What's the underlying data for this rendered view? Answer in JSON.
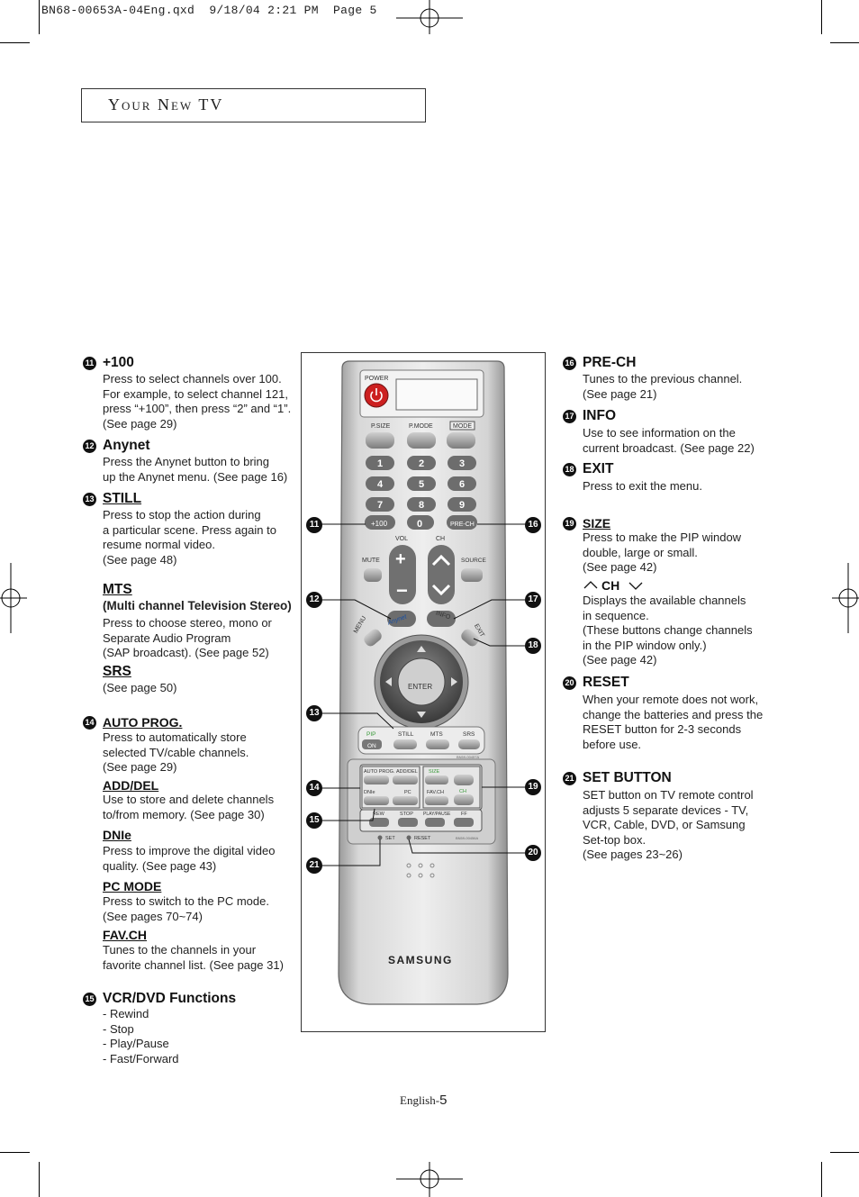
{
  "slug": "BN68-00653A-04Eng.qxd  9/18/04 2:21 PM  Page 5",
  "page_title": "Your New TV",
  "left": {
    "s11": {
      "num": "11",
      "title": "+100",
      "lines": [
        "Press to select channels over 100.",
        "For example, to select channel 121,",
        "press “+100”, then press “2” and “1”.",
        "(See page 29)"
      ]
    },
    "s12": {
      "num": "12",
      "title": "Anynet",
      "lines": [
        "Press the Anynet button to bring",
        "up the Anynet menu. (See page 16)"
      ]
    },
    "s13": {
      "num": "13",
      "title": "STILL",
      "lines": [
        "Press to stop the action during",
        "a particular scene. Press again to",
        "resume normal video.",
        "(See page 48)"
      ]
    },
    "mts": {
      "title": "MTS",
      "subtitle": "(Multi channel Television Stereo)",
      "lines": [
        "Press to choose stereo, mono or",
        "Separate Audio Program",
        "(SAP broadcast). (See page 52)"
      ]
    },
    "srs": {
      "title": "SRS",
      "lines": [
        "(See page 50)"
      ]
    },
    "s14": {
      "num": "14",
      "title": "AUTO PROG.",
      "lines": [
        "Press to automatically store",
        "selected TV/cable channels.",
        "(See page 29)"
      ]
    },
    "adddel": {
      "title": "ADD/DEL",
      "lines": [
        "Use to store and delete channels",
        "to/from memory. (See page 30)"
      ]
    },
    "dnie": {
      "title": "DNIe",
      "lines": [
        "Press to improve the digital video",
        "quality. (See page 43)"
      ]
    },
    "pcmode": {
      "title": "PC MODE",
      "lines": [
        "Press to switch to the PC mode.",
        "(See pages 70~74)"
      ]
    },
    "favch": {
      "title": "FAV.CH",
      "lines": [
        "Tunes to the channels in your",
        "favorite channel list. (See page 31)"
      ]
    },
    "s15": {
      "num": "15",
      "title": "VCR/DVD Functions",
      "lines": [
        "- Rewind",
        "- Stop",
        "- Play/Pause",
        "- Fast/Forward"
      ]
    }
  },
  "right": {
    "s16": {
      "num": "16",
      "title": "PRE-CH",
      "lines": [
        "Tunes to the previous channel.",
        "(See page 21)"
      ]
    },
    "s17": {
      "num": "17",
      "title": "INFO",
      "lines": [
        "Use to see information on the",
        "current broadcast. (See page 22)"
      ]
    },
    "s18": {
      "num": "18",
      "title": "EXIT",
      "lines": [
        "Press to exit the menu."
      ]
    },
    "s19": {
      "num": "19",
      "title": "SIZE",
      "lines": [
        "Press to make the PIP window",
        "double, large or small.",
        "(See page 42)"
      ]
    },
    "ch": {
      "title": "CH",
      "lines": [
        "Displays the available channels",
        "in sequence.",
        "(These buttons change channels",
        "in the PIP window only.)",
        "(See page 42)"
      ]
    },
    "s20": {
      "num": "20",
      "title": "RESET",
      "lines": [
        "When your remote does not work,",
        "change the batteries and press the",
        "RESET button for 2-3 seconds",
        "before use."
      ]
    },
    "s21": {
      "num": "21",
      "title": "SET BUTTON",
      "lines": [
        "SET button on TV remote control",
        "adjusts 5 separate devices - TV,",
        "VCR, Cable, DVD, or Samsung",
        "Set-top box.",
        "(See pages 23~26)"
      ]
    }
  },
  "remote": {
    "power": "POWER",
    "psize": "P.SIZE",
    "pmode": "P.MODE",
    "mode": "MODE",
    "digits": [
      "1",
      "2",
      "3",
      "4",
      "5",
      "6",
      "7",
      "8",
      "9"
    ],
    "plus100": "+100",
    "zero": "0",
    "prech": "PRE-CH",
    "vol": "VOL",
    "ch": "CH",
    "mute": "MUTE",
    "source": "SOURCE",
    "menu": "MENU",
    "anynet": "Anynet",
    "info": "INFO",
    "exit": "EXIT",
    "enter": "ENTER",
    "pip": "PIP",
    "on": "ON",
    "still": "STILL",
    "mts": "MTS",
    "srs": "SRS",
    "autoprog": "AUTO PROG.",
    "adddel": "ADD/DEL",
    "size": "SIZE",
    "chlbl": "CH",
    "dnie": "DNIe",
    "pc": "PC",
    "favch": "FAV.CH",
    "rew": "REW",
    "stop": "STOP",
    "playpause": "PLAY/PAUSE",
    "ff": "FF",
    "set": "SET",
    "reset": "RESET",
    "brand": "SAMSUNG",
    "model1": "BN59-00457A",
    "model2": "BN59-00456A"
  },
  "callouts": [
    "11",
    "12",
    "13",
    "14",
    "15",
    "21",
    "16",
    "17",
    "18",
    "19",
    "20"
  ],
  "footer": {
    "lang": "English-",
    "page": "5"
  }
}
